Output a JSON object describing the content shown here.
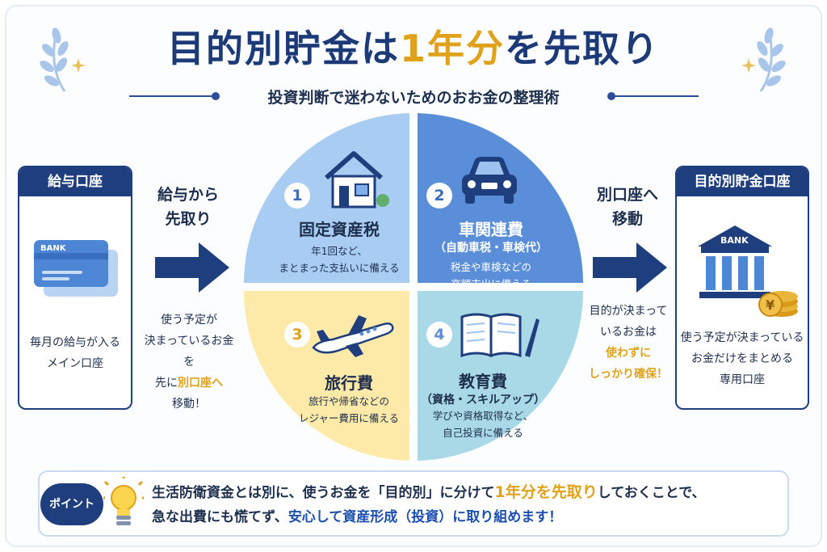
{
  "header": {
    "title_part1": "目的別貯金は",
    "title_highlight": "1年分",
    "title_part2": "を先取り",
    "subtitle": "投資判断で迷わないためのおお金の整理術"
  },
  "left_card": {
    "title": "給与口座",
    "bank_label": "BANK",
    "desc_line1": "毎月の給与が入る",
    "desc_line2": "メイン口座"
  },
  "left_flow": {
    "label_line1": "給与から",
    "label_line2": "先取り",
    "text_line1": "使う予定が",
    "text_line2": "決まっているお金を",
    "text_line3_pre": "先に",
    "text_line3_highlight": "別口座へ",
    "text_line4": "移動！"
  },
  "quadrants": [
    {
      "number": "1",
      "title": "固定資産税",
      "subtitle": "",
      "desc_line1": "年1回など、",
      "desc_line2": "まとまった支払いに備える",
      "color": "#a9cdf2"
    },
    {
      "number": "2",
      "title": "車関連費",
      "subtitle": "（自動車税・車検代）",
      "desc_line1": "税金や車検などの",
      "desc_line2": "高額支出に備える",
      "color": "#5b8ed8"
    },
    {
      "number": "3",
      "title": "旅行費",
      "subtitle": "",
      "desc_line1": "旅行や帰省などの",
      "desc_line2": "レジャー費用に備える",
      "color": "#fde9a8"
    },
    {
      "number": "4",
      "title": "教育費",
      "subtitle": "（資格・スキルアップ）",
      "desc_line1": "学びや資格取得など、",
      "desc_line2": "自己投資に備える",
      "color": "#a9d9e6"
    }
  ],
  "right_flow": {
    "label_line1": "別口座へ",
    "label_line2": "移動",
    "text_line1": "目的が決まって",
    "text_line2": "いるお金は",
    "text_line3": "使わずに",
    "text_line4": "しっかり確保！"
  },
  "right_card": {
    "title": "目的別貯金口座",
    "bank_label": "BANK",
    "yen_symbol": "¥",
    "desc_line1": "使う予定が決まっている",
    "desc_line2": "お金だけをまとめる",
    "desc_line3": "専用口座"
  },
  "point": {
    "badge": "ポイント",
    "line1_pre": "生活防衛資金とは別に、使うお金を「目的別」に分けて",
    "line1_highlight": "1年分を先取り",
    "line1_post": "しておくことで、",
    "line2_pre": "急な出費にも慌てず、",
    "line2_highlight": "安心して資産形成（投資）に取り組めます！"
  },
  "colors": {
    "navy": "#1f3e7e",
    "gold": "#e0a21b",
    "accent_blue": "#1d4fb0"
  },
  "icons": [
    "laurel-icon",
    "sparkle-icon",
    "bank-card-icon",
    "arrow-right-icon",
    "house-icon",
    "car-icon",
    "airplane-icon",
    "book-pen-icon",
    "bank-building-icon",
    "coin-stack-icon",
    "lightbulb-icon"
  ]
}
